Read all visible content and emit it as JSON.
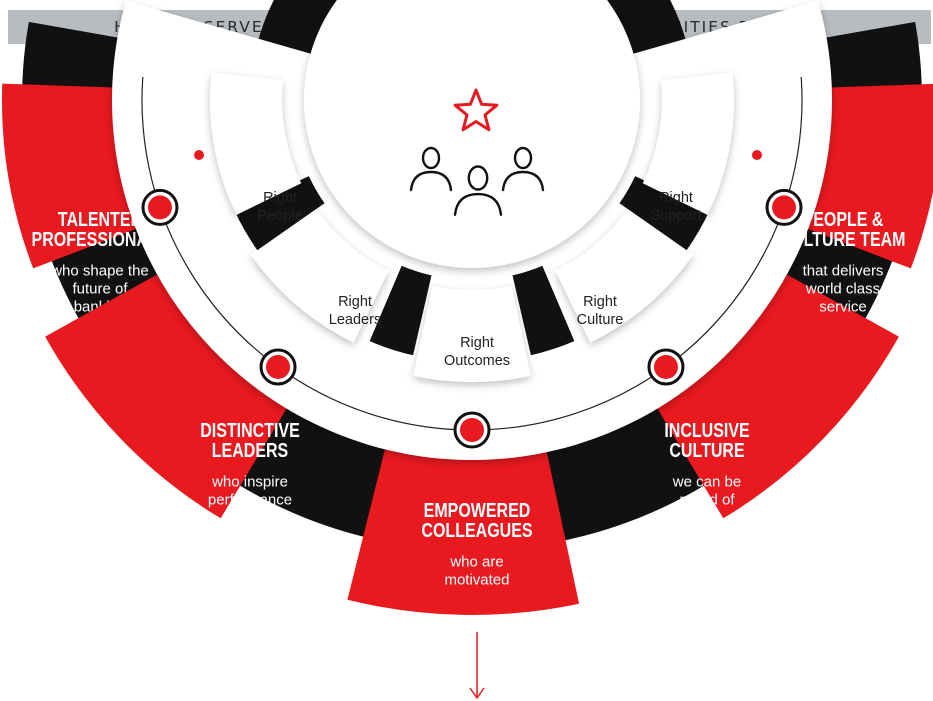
{
  "banner": {
    "text": "HERE TO SERVE CUSTOMERS WELL AND HELP OUR COMMUNITIES PROSPER"
  },
  "colors": {
    "red": "#e8191f",
    "black": "#111111",
    "banner_bg": "#b7bcc0",
    "text_dark": "#222222"
  },
  "center": {
    "icons": [
      "star-icon",
      "people-group-icon"
    ]
  },
  "inner_ring": [
    {
      "name": "right-people",
      "lines": [
        "Right",
        "People"
      ]
    },
    {
      "name": "right-leaders",
      "lines": [
        "Right",
        "Leaders"
      ]
    },
    {
      "name": "right-outcomes",
      "lines": [
        "Right",
        "Outcomes"
      ]
    },
    {
      "name": "right-culture",
      "lines": [
        "Right",
        "Culture"
      ]
    },
    {
      "name": "right-support",
      "lines": [
        "Right",
        "Support"
      ]
    }
  ],
  "outer_ring": [
    {
      "name": "talented-professionals",
      "title": [
        "TALENTED",
        "PROFESSIONALS"
      ],
      "desc": [
        "who shape the",
        "future of",
        "banking"
      ]
    },
    {
      "name": "distinctive-leaders",
      "title": [
        "DISTINCTIVE",
        "LEADERS"
      ],
      "desc": [
        "who inspire",
        "performance"
      ]
    },
    {
      "name": "empowered-colleagues",
      "title": [
        "EMPOWERED",
        "COLLEAGUES"
      ],
      "desc": [
        "who are",
        "motivated"
      ]
    },
    {
      "name": "inclusive-culture",
      "title": [
        "INCLUSIVE",
        "CULTURE"
      ],
      "desc": [
        "we can be",
        "proud of"
      ]
    },
    {
      "name": "people-culture-team",
      "title": [
        "PEOPLE &",
        "CULTURE TEAM"
      ],
      "desc": [
        "that delivers",
        "world class",
        "service"
      ]
    }
  ]
}
